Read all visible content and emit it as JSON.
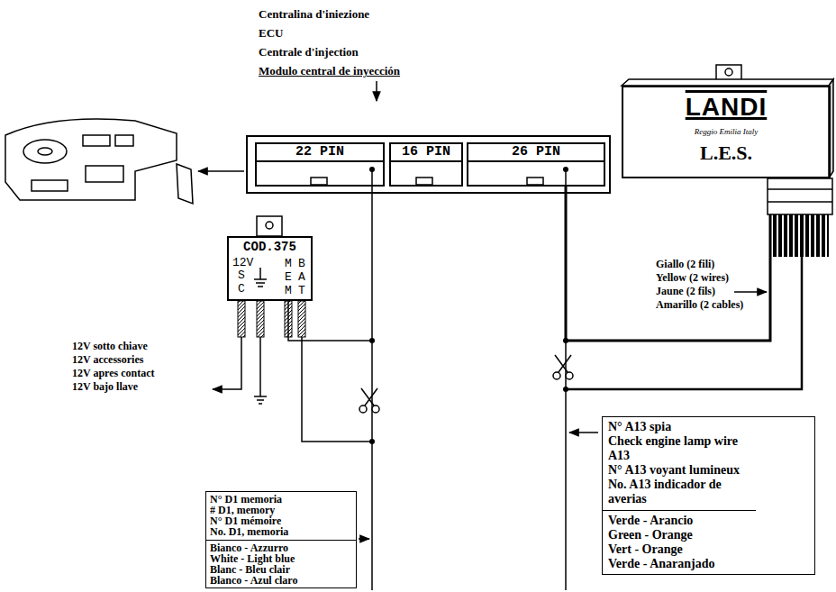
{
  "diagram": {
    "nodes": [
      {
        "text": [
          "Centralina d'iniezione",
          "ECU",
          "Centrale d'injection",
          "Modulo central de inyección"
        ]
      },
      {
        "text": [
          "22 PIN"
        ],
        "in": 0
      },
      {
        "text": [
          "16 PIN"
        ],
        "in": 0
      },
      {
        "text": [
          "26 PIN"
        ],
        "in": 0
      },
      {
        "text": [
          "COD.375",
          "12V",
          "SC",
          "MEM",
          "BAT"
        ]
      },
      {
        "text": [
          "LANDI",
          "Reggio Emilia Italy",
          "L.E.S."
        ]
      },
      {
        "text": [
          "N° D1 memoria",
          "# D1, memory",
          "N° D1 mémoire",
          "No. D1, memoria",
          "Bianco - Azzurro",
          "White - Light blue",
          "Blanc - Bleu clair",
          "Blanco - Azul claro"
        ]
      },
      {
        "text": [
          "N° A13 spia",
          "Check engine lamp wire A13",
          "N° A13 voyant lumineux",
          "No. A13 indicador de averias",
          "Verde - Arancio",
          "Green - Orange",
          "Vert - Orange",
          "Verde - Anaranjado"
        ]
      }
    ],
    "edges": [
      {
        "from": 4,
        "to": 1,
        "arrow": "none"
      },
      {
        "from": 5,
        "to": 3,
        "arrow": "none"
      }
    ],
    "labels": [
      "12V sotto chiave",
      "12V accessories",
      "12V apres contact",
      "12V bajo llave",
      "Giallo (2 fili)",
      "Yellow (2 wires)",
      "Jaune (2 fils)",
      "Amarillo (2 cables)"
    ]
  }
}
